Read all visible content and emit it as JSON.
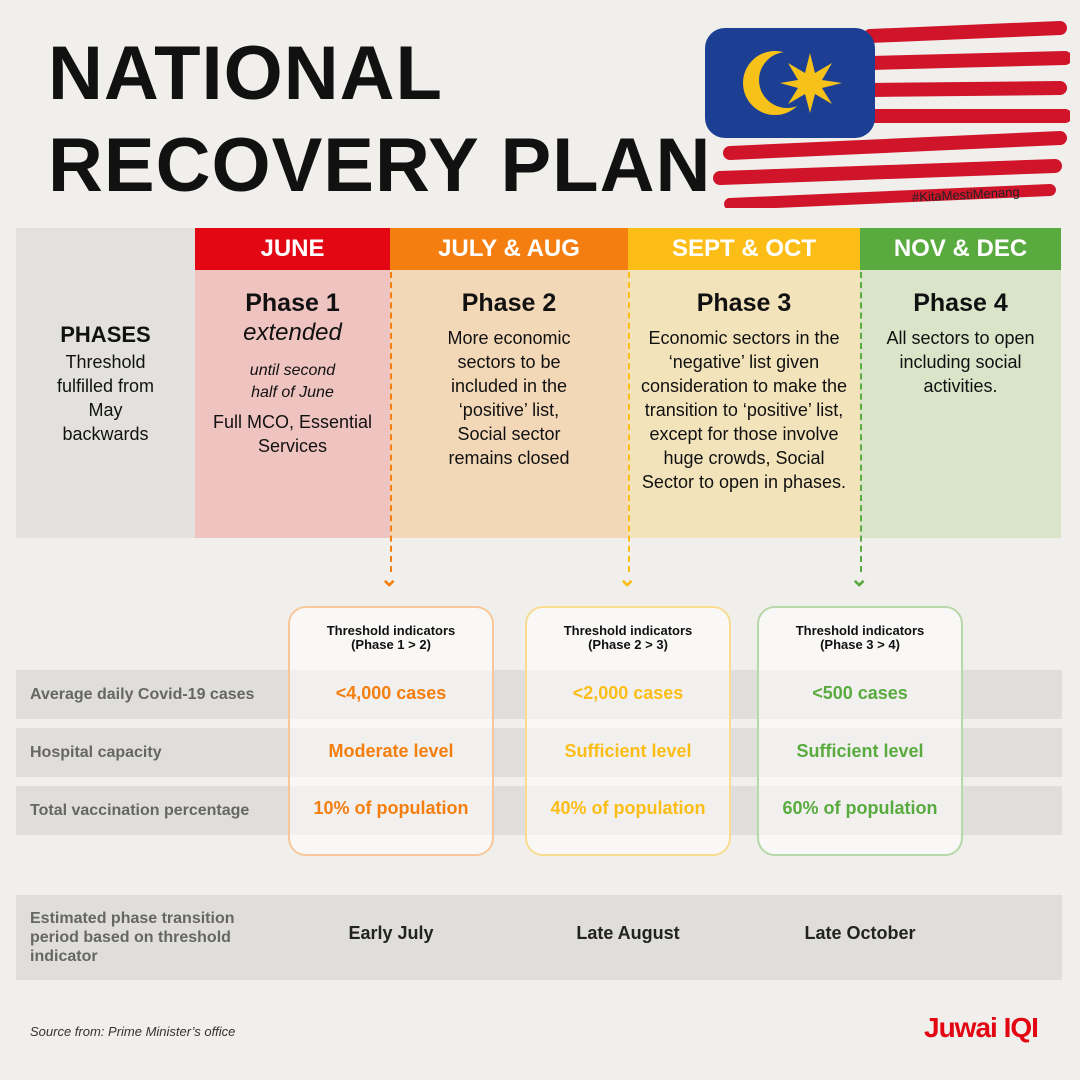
{
  "title_line1": "NATIONAL",
  "title_line2": "RECOVERY PLAN",
  "hashtag": "#KitaMestiMenang",
  "phases_label": {
    "title": "PHASES",
    "text": "Threshold fulfilled from May backwards"
  },
  "columns": [
    {
      "month": "JUNE",
      "phase": "Phase 1",
      "sub": "extended",
      "note": "until second half of June",
      "desc": "Full MCO, Essential Services",
      "color": "#e30613",
      "bg": "#efc3c0"
    },
    {
      "month": "JULY & AUG",
      "phase": "Phase 2",
      "desc": "More economic sectors to be included in the ‘positive’ list, Social sector remains closed",
      "color": "#f47f10",
      "bg": "#f3d8b8"
    },
    {
      "month": "SEPT & OCT",
      "phase": "Phase 3",
      "desc": "Economic sectors in the ‘negative’ list given consideration to make the transition to ‘positive’ list, except for those involve huge crowds, Social Sector to open in phases.",
      "color": "#fbbd16",
      "bg": "#f2e3bb"
    },
    {
      "month": "NOV & DEC",
      "phase": "Phase 4",
      "desc": "All sectors to open including social activities.",
      "color": "#5aab3f",
      "bg": "#d9e4c9"
    }
  ],
  "rows": [
    "Average daily Covid-19 cases",
    "Hospital capacity",
    "Total vaccination percentage"
  ],
  "cards": [
    {
      "title": "Threshold indicators",
      "sub": "(Phase 1 > 2)",
      "values": [
        "<4,000 cases",
        "Moderate level",
        "10% of population"
      ],
      "color": "#f47f10"
    },
    {
      "title": "Threshold indicators",
      "sub": "(Phase 2 > 3)",
      "values": [
        "<2,000 cases",
        "Sufficient level",
        "40% of population"
      ],
      "color": "#fbbd16"
    },
    {
      "title": "Threshold indicators",
      "sub": "(Phase 3 > 4)",
      "values": [
        "<500 cases",
        "Sufficient level",
        "60% of population"
      ],
      "color": "#5aab3f"
    }
  ],
  "estimate": {
    "label": "Estimated  phase transition period based on threshold indicator",
    "values": [
      "Early July",
      "Late August",
      "Late October"
    ]
  },
  "source": "Source from: Prime Minister’s office",
  "brand": "Juwai IQI"
}
